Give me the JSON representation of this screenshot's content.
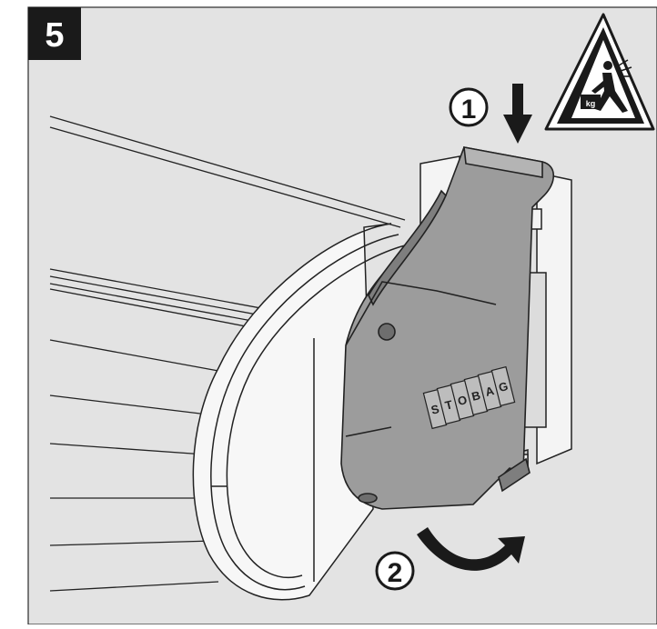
{
  "step": {
    "number": "5"
  },
  "markers": {
    "first": "1",
    "second": "2"
  },
  "brand": {
    "letters": [
      "S",
      "T",
      "O",
      "B",
      "A",
      "G"
    ]
  },
  "warning_sign": {
    "weight_label": "kg"
  },
  "colors": {
    "background": "#e3e3e3",
    "housing": "#9c9c9c",
    "housing_dark": "#7e7e7e",
    "step_badge": "#1a1a1a",
    "line": "#222222"
  }
}
